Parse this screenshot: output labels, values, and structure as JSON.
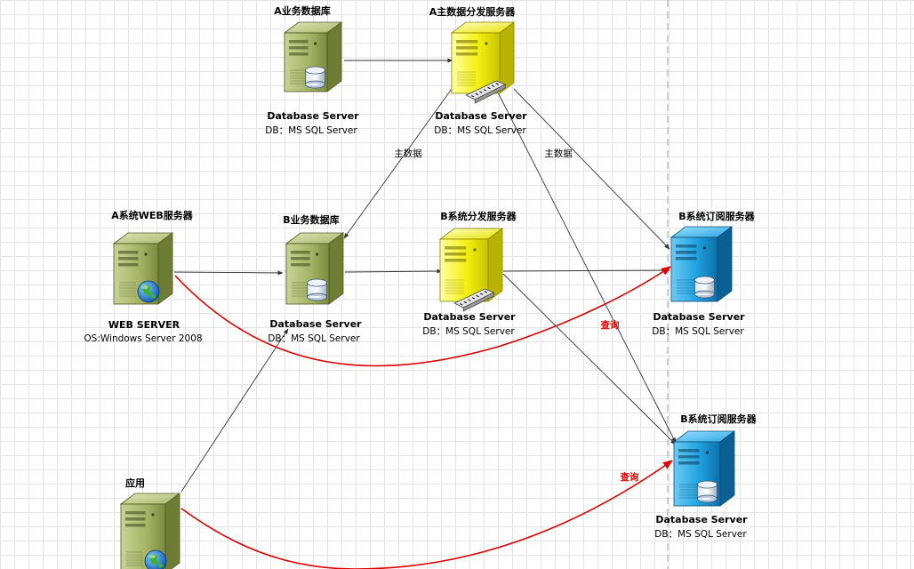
{
  "nodes": {
    "a_db": {
      "title": "A业务数据库",
      "name": "Database Server",
      "sub": "DB：MS SQL Server"
    },
    "a_dist": {
      "title": "A主数据分发服务器",
      "name": "Database Server",
      "sub": "DB：MS SQL Server"
    },
    "a_web": {
      "title": "A系统WEB服务器",
      "name": "WEB SERVER",
      "sub": "OS:Windows Server 2008"
    },
    "b_db": {
      "title": "B业务数据库",
      "name": "Database Server",
      "sub": "DB：MS SQL Server"
    },
    "b_dist": {
      "title": "B系统分发服务器",
      "name": "Database Server",
      "sub": "DB：MS SQL Server"
    },
    "b_sub1": {
      "title": "B系统订阅服务器",
      "name": "Database Server",
      "sub": "DB：MS SQL Server"
    },
    "b_sub2": {
      "title": "B系统订阅服务器",
      "name": "Database Server",
      "sub": "DB：MS SQL Server"
    },
    "app": {
      "title": "应用"
    }
  },
  "edge_labels": {
    "master_data_left": "主数据",
    "master_data_right": "主数据",
    "query_1": "查询",
    "query_2": "查询"
  },
  "colors": {
    "olive_server": "#9aaa55",
    "yellow_server": "#f2ee0a",
    "blue_server": "#1b9fdc",
    "query_line": "#e00000",
    "arrow": "#333333"
  }
}
